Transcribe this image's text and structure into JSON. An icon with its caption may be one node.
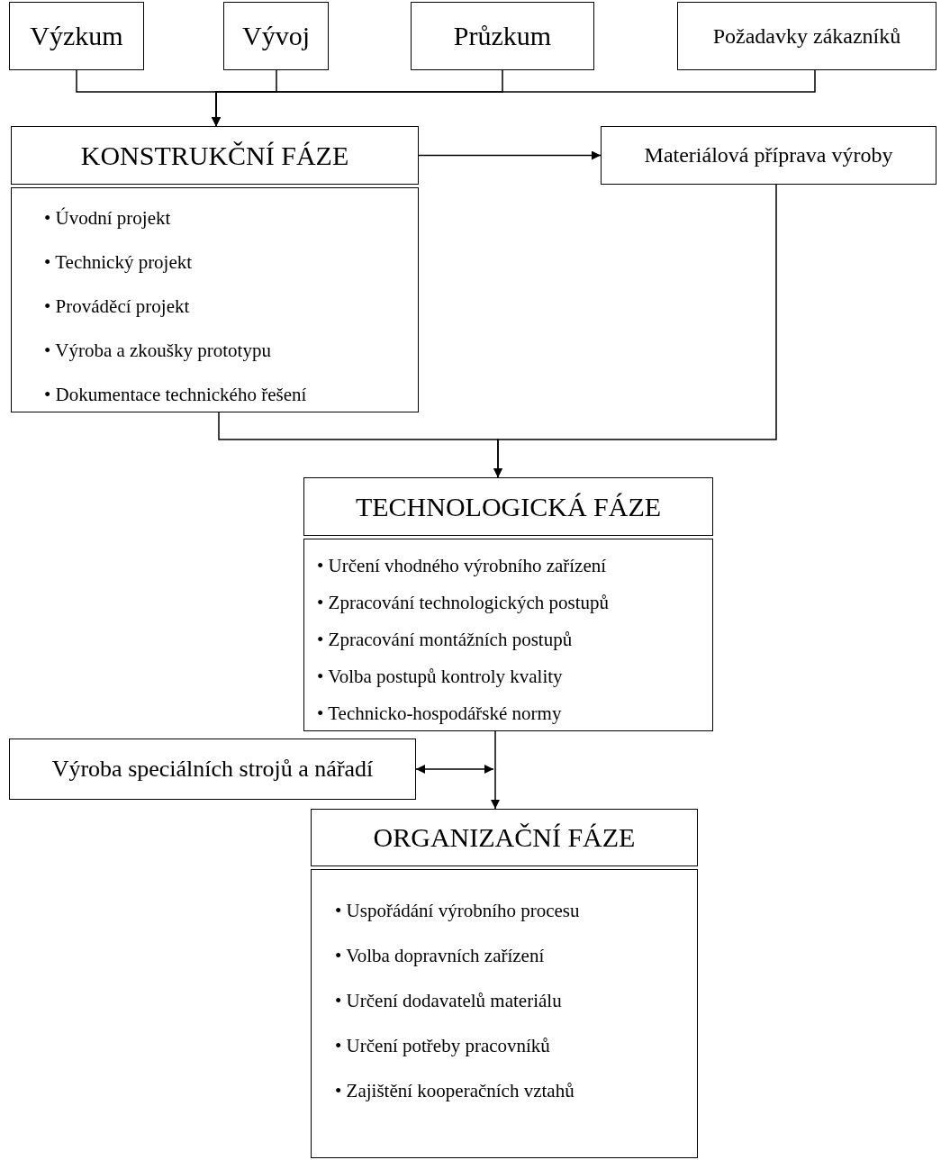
{
  "diagram": {
    "nodes": [
      {
        "text": [
          "Výzkum"
        ]
      },
      {
        "text": [
          "Vývoj"
        ]
      },
      {
        "text": [
          "Průzkum"
        ]
      },
      {
        "text": [
          "Požadavky zákazníků"
        ]
      },
      {
        "text": [
          "KONSTRUKČNÍ FÁZE"
        ]
      },
      {
        "text": [
          "• Úvodní projekt",
          "• Technický projekt",
          "• Prováděcí projekt",
          "• Výroba a zkoušky prototypu",
          "• Dokumentace technického řešení"
        ]
      },
      {
        "text": [
          "Materiálová příprava výroby"
        ]
      },
      {
        "text": [
          "TECHNOLOGICKÁ FÁZE"
        ]
      },
      {
        "text": [
          "• Určení vhodného výrobního zařízení",
          "• Zpracování technologických postupů",
          "• Zpracování montážních postupů",
          "• Volba postupů kontroly kvality",
          "• Technicko-hospodářské normy"
        ]
      },
      {
        "text": [
          "Výroba speciálních strojů a nářadí"
        ]
      },
      {
        "text": [
          "ORGANIZAČNÍ FÁZE"
        ]
      },
      {
        "text": [
          "• Uspořádání výrobního procesu",
          "• Volba dopravních zařízení",
          "• Určení dodavatelů materiálu",
          "• Určení potřeby pracovníků",
          "• Zajištění kooperačních vztahů"
        ]
      }
    ],
    "edges": [
      {
        "from": 0,
        "to": 4,
        "arrow": "to"
      },
      {
        "from": 1,
        "to": 4,
        "arrow": "to"
      },
      {
        "from": 2,
        "to": 4,
        "arrow": "to"
      },
      {
        "from": 3,
        "to": 4,
        "arrow": "to"
      },
      {
        "from": 4,
        "to": 6,
        "arrow": "to"
      },
      {
        "from": 5,
        "to": 7,
        "arrow": "to"
      },
      {
        "from": 6,
        "to": 7,
        "arrow": "to"
      },
      {
        "from": 8,
        "to": 10,
        "arrow": "to"
      },
      {
        "from": 9,
        "to": null,
        "arrow": "both"
      }
    ]
  }
}
